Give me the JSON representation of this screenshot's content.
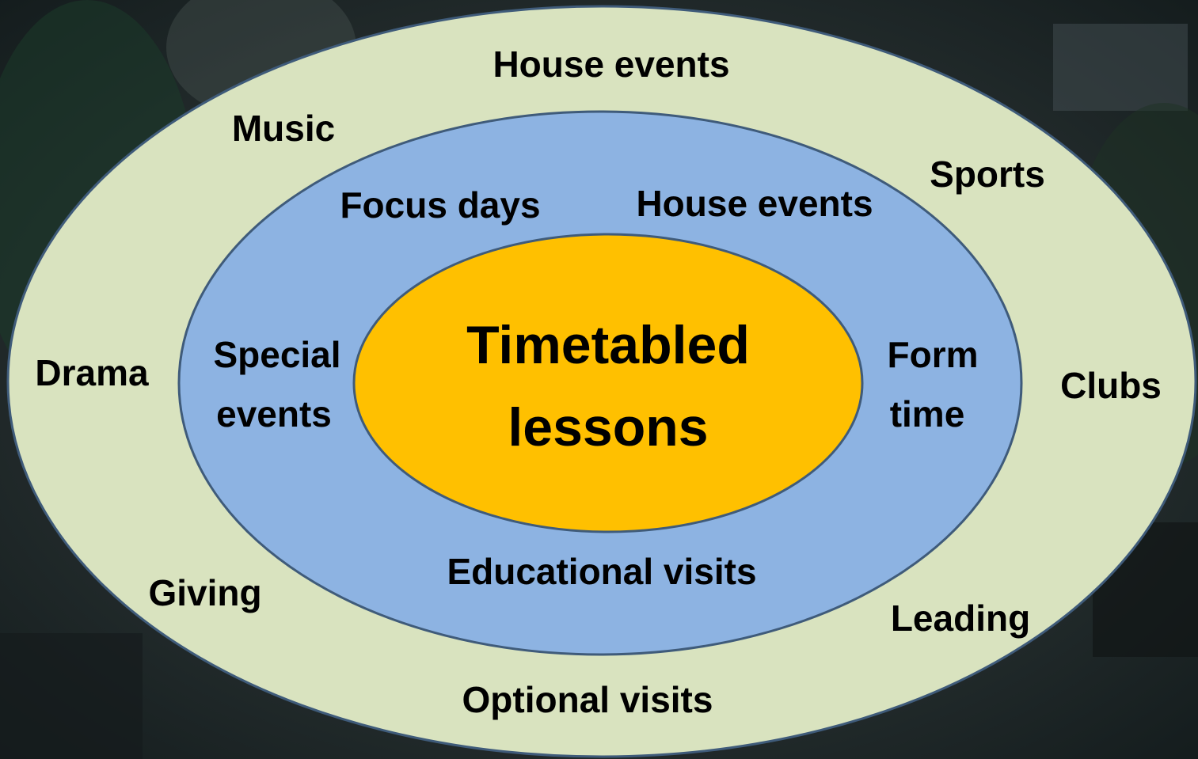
{
  "colors": {
    "outer_ring": "#d9e3bf",
    "middle_ring": "#8db3e2",
    "center": "#ffc000",
    "ring_border": "#3f5b7a",
    "background_photo": "#2b3535",
    "text": "#000000"
  },
  "center": {
    "line1": "Timetabled",
    "line2": "lessons"
  },
  "middle_ring_labels": {
    "focus_days": "Focus days",
    "house_events": "House events",
    "special_events_line1": "Special",
    "special_events_line2": "events",
    "form_time_line1": "Form",
    "form_time_line2": "time",
    "educational_visits": "Educational visits"
  },
  "outer_ring_labels": {
    "house_events": "House events",
    "music": "Music",
    "sports": "Sports",
    "drama": "Drama",
    "clubs": "Clubs",
    "giving": "Giving",
    "leading": "Leading",
    "optional_visits": "Optional visits"
  }
}
